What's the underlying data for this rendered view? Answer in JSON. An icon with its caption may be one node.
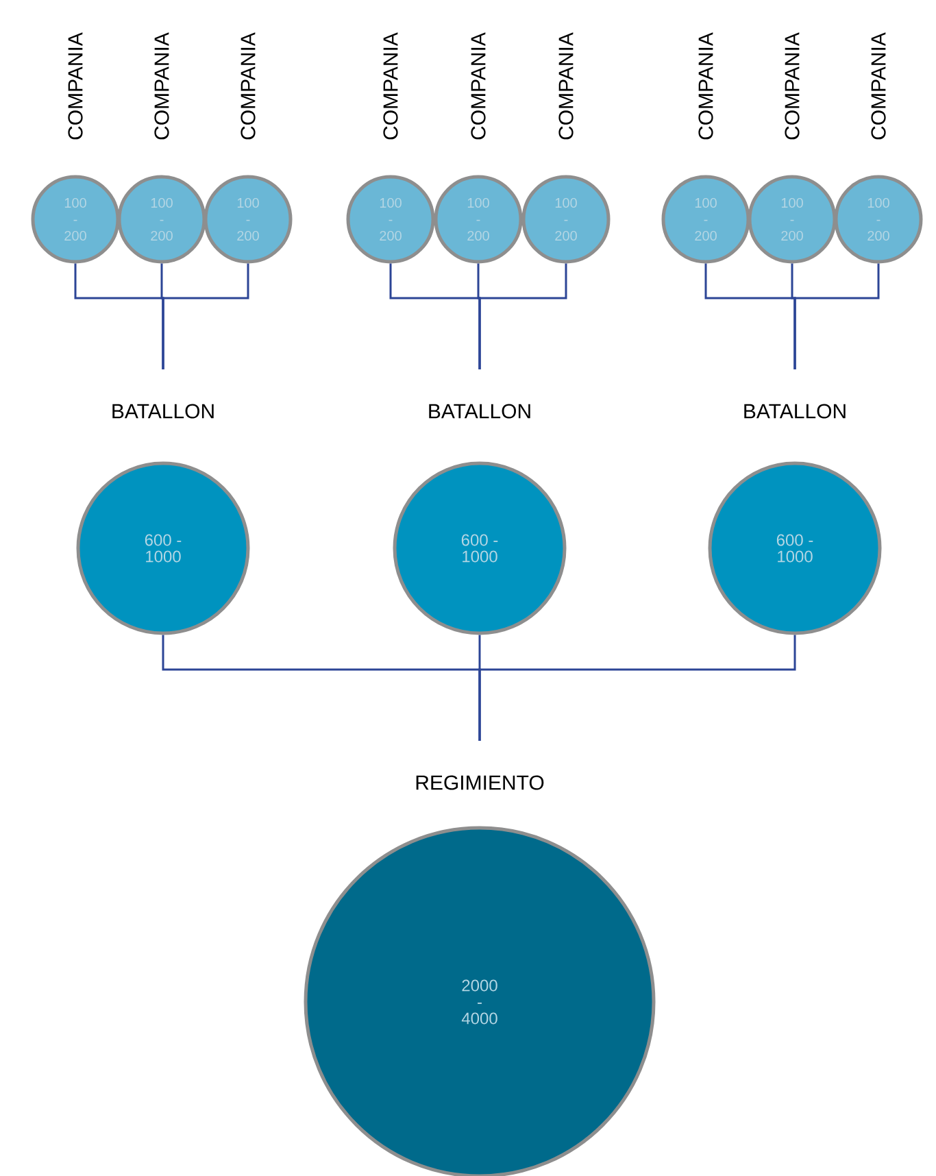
{
  "diagram": {
    "nodes": [
      {
        "text": [
          "COMPANIA",
          "100 - 200"
        ]
      },
      {
        "text": [
          "COMPANIA",
          "100 - 200"
        ]
      },
      {
        "text": [
          "COMPANIA",
          "100 - 200"
        ]
      },
      {
        "text": [
          "COMPANIA",
          "100 - 200"
        ]
      },
      {
        "text": [
          "COMPANIA",
          "100 - 200"
        ]
      },
      {
        "text": [
          "COMPANIA",
          "100 - 200"
        ]
      },
      {
        "text": [
          "COMPANIA",
          "100 - 200"
        ]
      },
      {
        "text": [
          "COMPANIA",
          "100 - 200"
        ]
      },
      {
        "text": [
          "COMPANIA",
          "100 - 200"
        ]
      },
      {
        "text": [
          "BATALLON",
          "600 - 1000"
        ]
      },
      {
        "text": [
          "BATALLON",
          "600 - 1000"
        ]
      },
      {
        "text": [
          "BATALLON",
          "600 - 1000"
        ]
      },
      {
        "text": [
          "REGIMIENTO",
          "2000 - 4000"
        ]
      }
    ],
    "edges": [
      {
        "from": 0,
        "to": 9,
        "arrow": "none"
      },
      {
        "from": 1,
        "to": 9,
        "arrow": "none"
      },
      {
        "from": 2,
        "to": 9,
        "arrow": "none"
      },
      {
        "from": 3,
        "to": 10,
        "arrow": "none"
      },
      {
        "from": 4,
        "to": 10,
        "arrow": "none"
      },
      {
        "from": 5,
        "to": 10,
        "arrow": "none"
      },
      {
        "from": 6,
        "to": 11,
        "arrow": "none"
      },
      {
        "from": 7,
        "to": 11,
        "arrow": "none"
      },
      {
        "from": 8,
        "to": 11,
        "arrow": "none"
      },
      {
        "from": 9,
        "to": 12,
        "arrow": "none"
      },
      {
        "from": 10,
        "to": 12,
        "arrow": "none"
      },
      {
        "from": 11,
        "to": 12,
        "arrow": "none"
      }
    ]
  }
}
